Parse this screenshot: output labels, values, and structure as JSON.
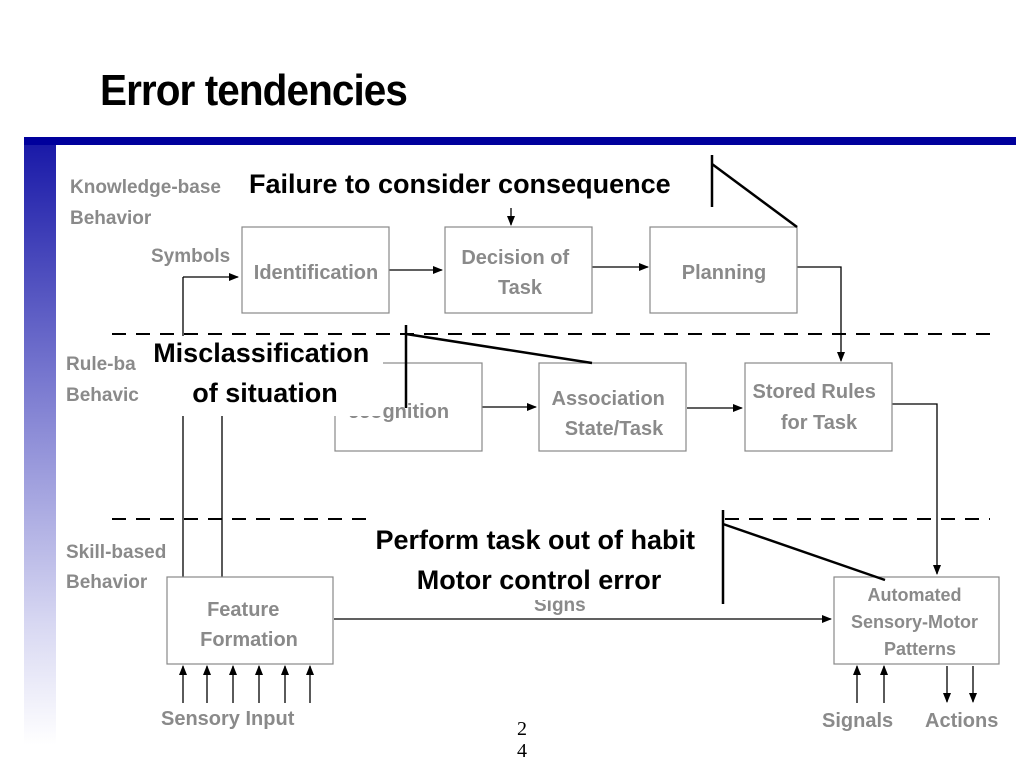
{
  "title": "Error tendencies",
  "levels": {
    "knowledge": [
      "Knowledge-base",
      "Behavior"
    ],
    "rule": [
      "Rule-ba",
      "Behavic"
    ],
    "skill": [
      "Skill-based",
      "Behavior"
    ]
  },
  "labels": {
    "symbols": "Symbols",
    "signs": "Signs",
    "sensory_input": "Sensory Input",
    "signals": "Signals",
    "actions": "Actions"
  },
  "boxes": {
    "identification": [
      "Identification"
    ],
    "decision": [
      "Decision of",
      "Task"
    ],
    "planning": [
      "Planning"
    ],
    "recognition": [
      "ecognition"
    ],
    "association": [
      "Association",
      "State/Task"
    ],
    "stored_rules": [
      "Stored Rules",
      "for Task"
    ],
    "feature": [
      "Feature",
      "Formation"
    ],
    "automated": [
      "Automated",
      "Sensory-Motor",
      "Patterns"
    ]
  },
  "annotations": {
    "failure": "Failure to consider consequence",
    "misclassification": [
      "Misclassification",
      "of situation"
    ],
    "habit": [
      "Perform task out of habit",
      "Motor control error"
    ]
  },
  "page_number": [
    "2",
    "4"
  ],
  "colors": {
    "accent_bar": "#00009c",
    "diagram_text": "#8a8a8a"
  }
}
